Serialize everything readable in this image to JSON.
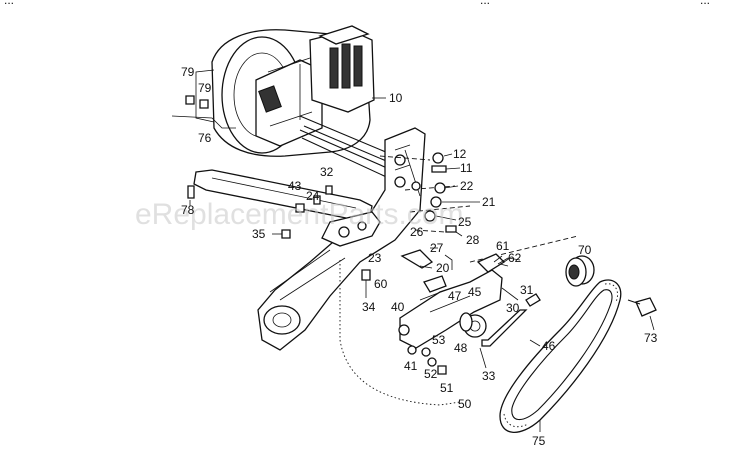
{
  "watermark": "eReplacementParts.com",
  "top_cut_text": [
    "...",
    "...",
    "..."
  ],
  "callouts": [
    {
      "id": "c79a",
      "text": "79"
    },
    {
      "id": "c79b",
      "text": "79"
    },
    {
      "id": "c76",
      "text": "76"
    },
    {
      "id": "c10",
      "text": "10"
    },
    {
      "id": "c12",
      "text": "12"
    },
    {
      "id": "c11",
      "text": "11"
    },
    {
      "id": "c32",
      "text": "32"
    },
    {
      "id": "c22",
      "text": "22"
    },
    {
      "id": "c43",
      "text": "43"
    },
    {
      "id": "c24",
      "text": "24"
    },
    {
      "id": "c21",
      "text": "21"
    },
    {
      "id": "c78",
      "text": "78"
    },
    {
      "id": "c25",
      "text": "25"
    },
    {
      "id": "c35",
      "text": "35"
    },
    {
      "id": "c26",
      "text": "26"
    },
    {
      "id": "c28",
      "text": "28"
    },
    {
      "id": "c27",
      "text": "27"
    },
    {
      "id": "c23",
      "text": "23"
    },
    {
      "id": "c20",
      "text": "20"
    },
    {
      "id": "c61",
      "text": "61"
    },
    {
      "id": "c70",
      "text": "70"
    },
    {
      "id": "c62",
      "text": "62"
    },
    {
      "id": "c31",
      "text": "31"
    },
    {
      "id": "c60",
      "text": "60"
    },
    {
      "id": "c45",
      "text": "45"
    },
    {
      "id": "c47",
      "text": "47"
    },
    {
      "id": "c30",
      "text": "30"
    },
    {
      "id": "c34",
      "text": "34"
    },
    {
      "id": "c40",
      "text": "40"
    },
    {
      "id": "c73",
      "text": "73"
    },
    {
      "id": "c53",
      "text": "53"
    },
    {
      "id": "c48",
      "text": "48"
    },
    {
      "id": "c46",
      "text": "46"
    },
    {
      "id": "c41",
      "text": "41"
    },
    {
      "id": "c52",
      "text": "52"
    },
    {
      "id": "c33",
      "text": "33"
    },
    {
      "id": "c51",
      "text": "51"
    },
    {
      "id": "c50",
      "text": "50"
    },
    {
      "id": "c75",
      "text": "75"
    }
  ]
}
